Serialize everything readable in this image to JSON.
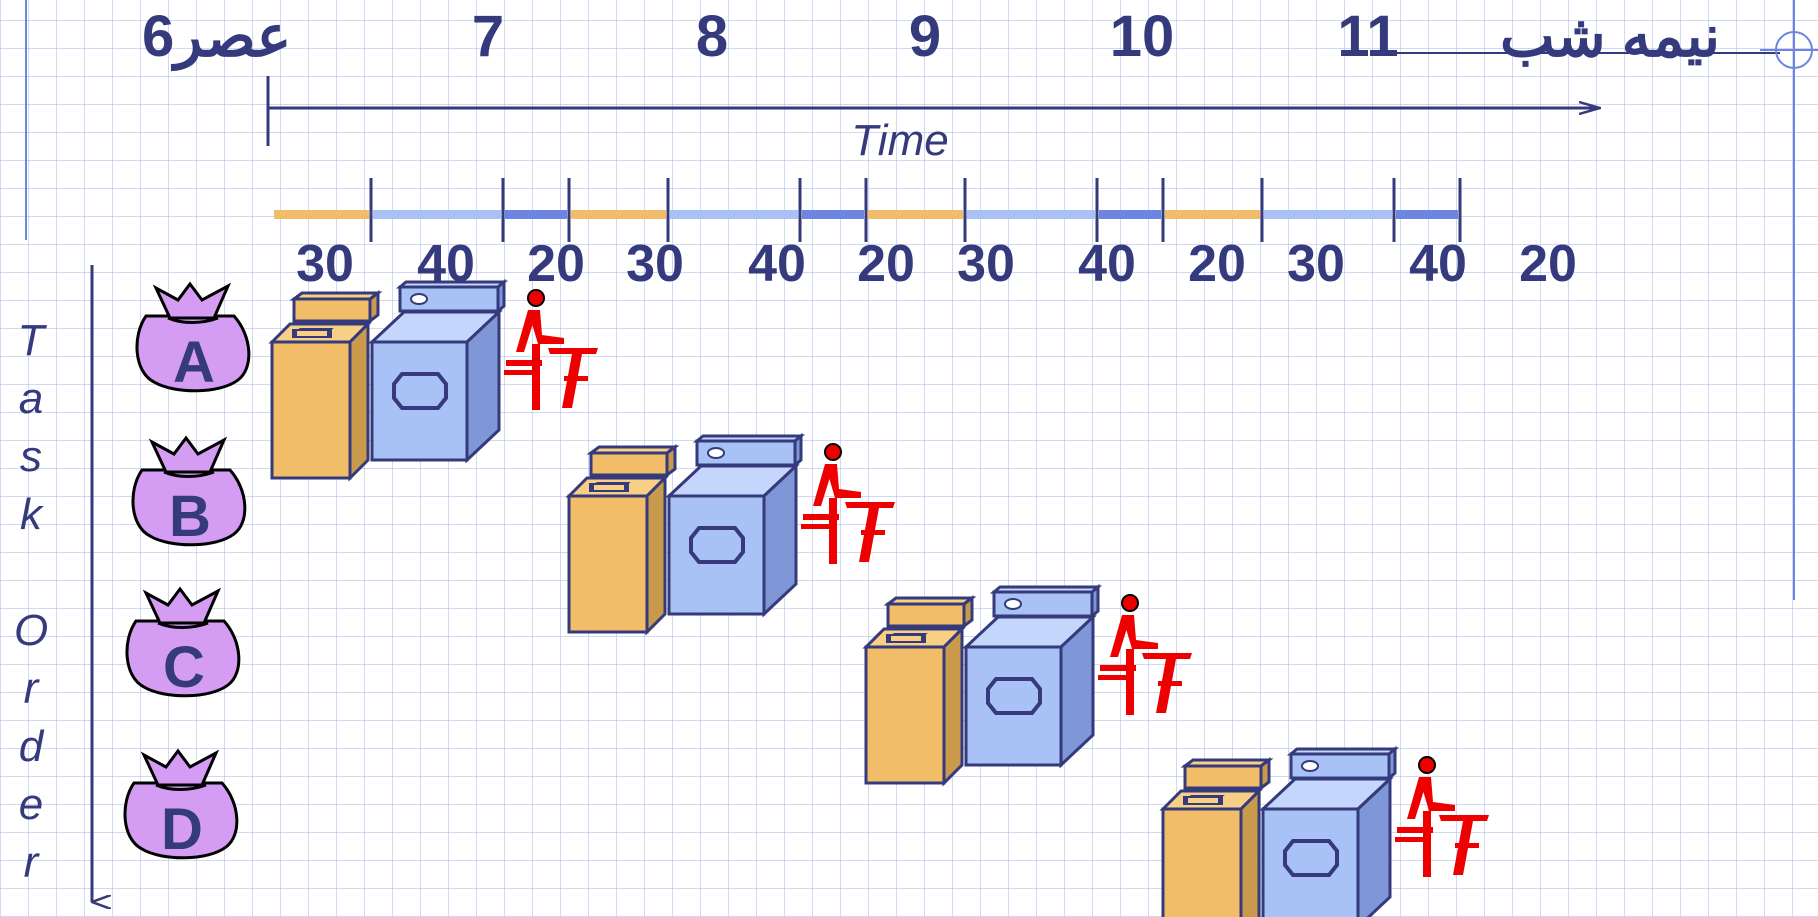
{
  "timeline": {
    "hour_labels": [
      "6عصر",
      "7",
      "8",
      "9",
      "10",
      "11",
      "نیمه شب"
    ],
    "axis_label": "Time"
  },
  "stages": [
    {
      "name": "wash",
      "minutes": 30,
      "color": "#f2bd68"
    },
    {
      "name": "dry",
      "minutes": 40,
      "color": "#a8c2f6"
    },
    {
      "name": "fold",
      "minutes": 20,
      "color": "#6c84e2"
    }
  ],
  "durations": [
    "30",
    "40",
    "20",
    "30",
    "40",
    "20",
    "30",
    "40",
    "20",
    "30",
    "40",
    "20"
  ],
  "task_order_label": "T\na\ns\nk\n\nO\nr\nd\ne\nr",
  "tasks": [
    {
      "letter": "A",
      "start_minutes": 0
    },
    {
      "letter": "B",
      "start_minutes": 90
    },
    {
      "letter": "C",
      "start_minutes": 180
    },
    {
      "letter": "D",
      "start_minutes": 270
    }
  ],
  "colors": {
    "text": "#353a7c",
    "washer": "#f2bd68",
    "dryer": "#a8c2f6",
    "bag": "#d49cf3",
    "folder": "#ee0000"
  }
}
